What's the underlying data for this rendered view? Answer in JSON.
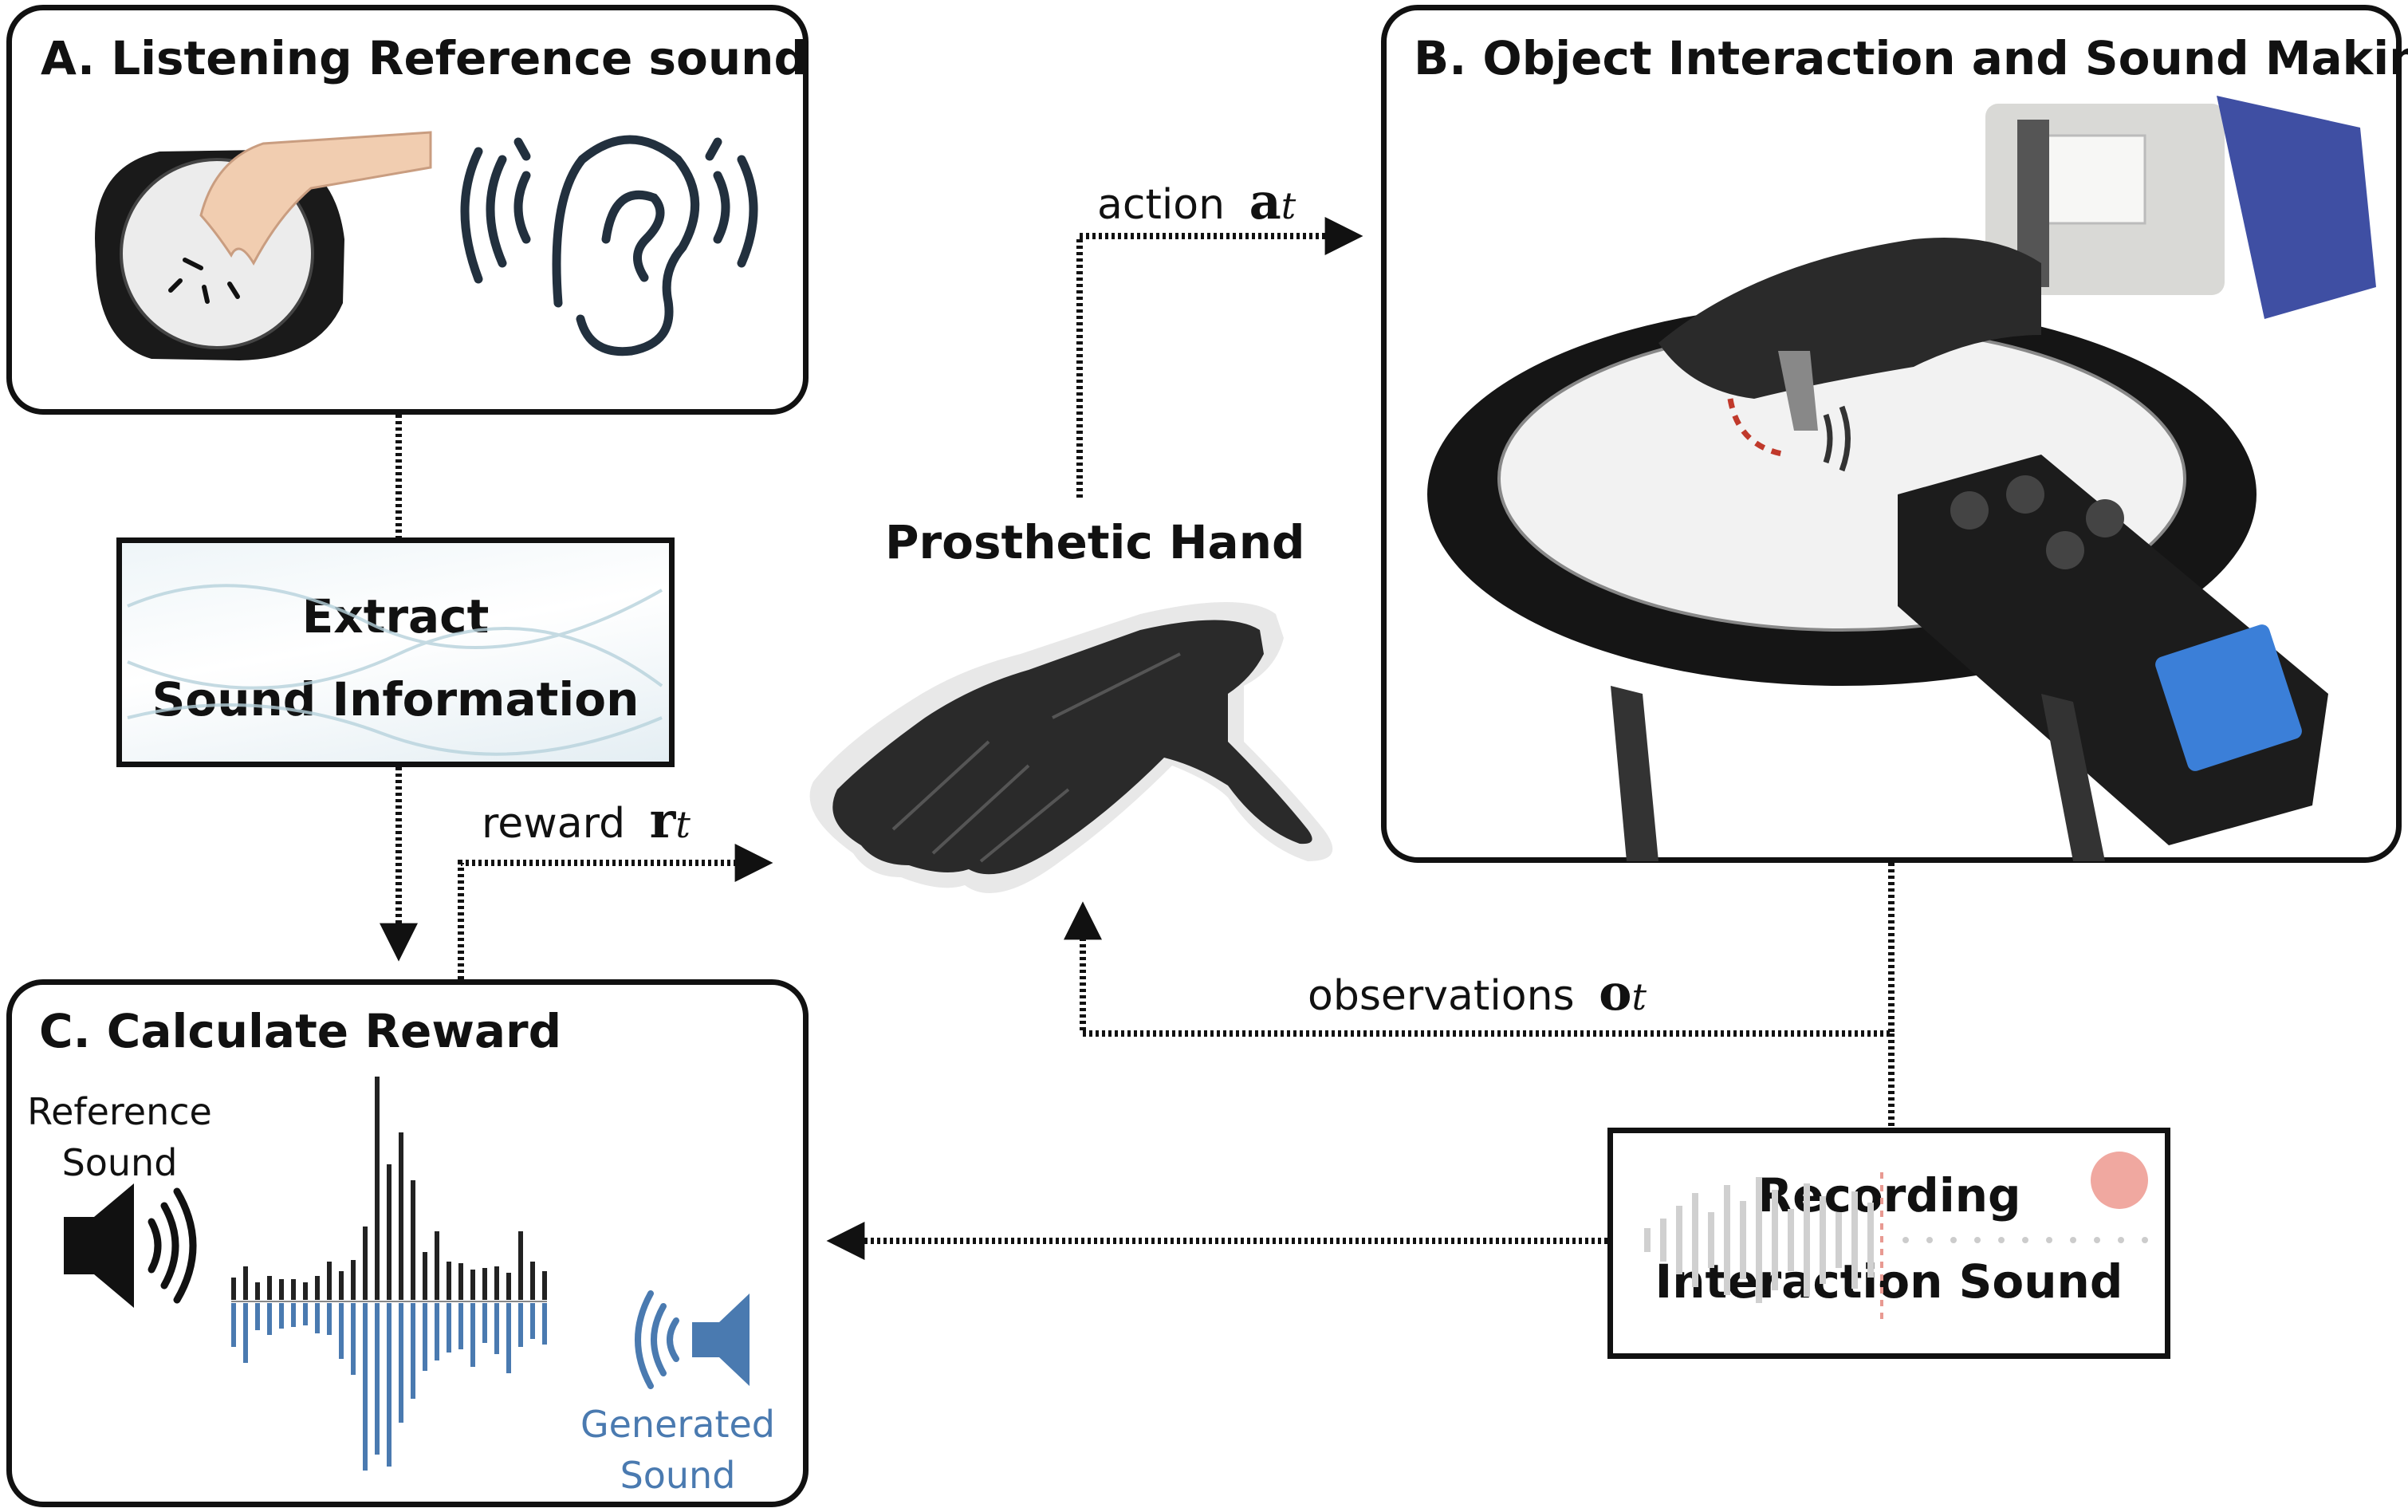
{
  "panel_a": {
    "title": "A. Listening Reference sound"
  },
  "panel_b": {
    "title": "B. Object Interaction and Sound Making"
  },
  "panel_c": {
    "title": "C. Calculate Reward",
    "reference_line1": "Reference",
    "reference_line2": "Sound",
    "generated_line1": "Generated",
    "generated_line2": "Sound"
  },
  "extract_box": {
    "line1": "Extract",
    "line2": "Sound Information"
  },
  "recording_box": {
    "line1": "Recording",
    "line2": "Interaction Sound"
  },
  "hand": {
    "label": "Prosthetic Hand"
  },
  "arrows": {
    "action_word": "action",
    "action_sym": "a",
    "action_sub": "t",
    "reward_word": "reward",
    "reward_sym": "r",
    "reward_sub": "t",
    "obs_word": "observations",
    "obs_sym": "o",
    "obs_sub": "t"
  },
  "colors": {
    "reference": "#222222",
    "generated": "#4a7ab0",
    "record_dot": "#f0a8a0",
    "motion_arrow": "#c0392b"
  },
  "icons": [
    "drum-pad-icon",
    "ear-icon",
    "speaker-icon",
    "prosthetic-glove-icon",
    "recorder-icon"
  ],
  "chart_data": {
    "type": "bar",
    "series": [
      {
        "name": "Reference Sound",
        "values": [
          28,
          42,
          22,
          30,
          26,
          26,
          22,
          30,
          48,
          36,
          50,
          92,
          280,
          170,
          210,
          150,
          60,
          86,
          48,
          46,
          38,
          40,
          42,
          34,
          86,
          48,
          36
        ]
      },
      {
        "name": "Generated Sound",
        "values": [
          55,
          75,
          34,
          40,
          32,
          30,
          28,
          38,
          40,
          70,
          90,
          210,
          190,
          205,
          150,
          120,
          85,
          72,
          62,
          58,
          80,
          50,
          64,
          88,
          55,
          45,
          52
        ]
      }
    ]
  }
}
